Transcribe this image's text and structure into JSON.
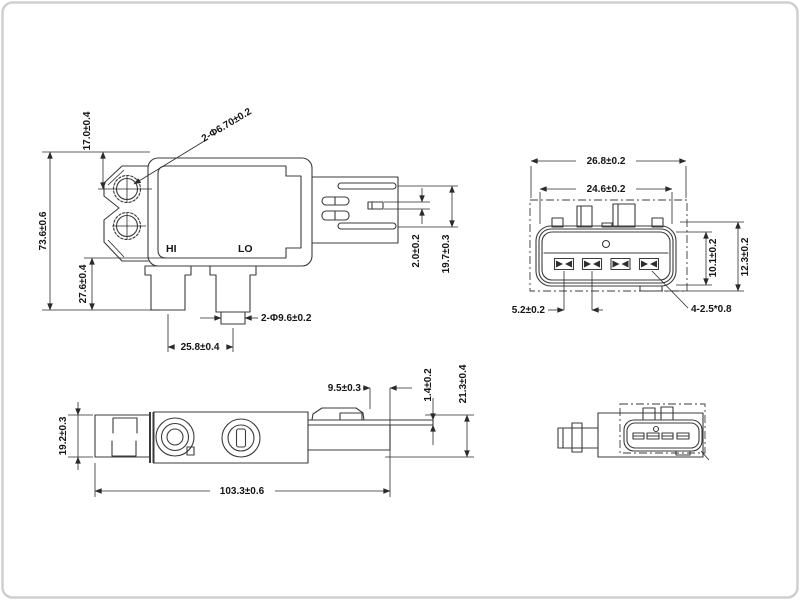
{
  "colors": {
    "line": "#3b3b3b",
    "dimension": "#2a2a2a",
    "frame": "#cfcfcf",
    "background": "#ffffff"
  },
  "views": {
    "front": {
      "labels": {
        "hi": "HI",
        "lo": "LO"
      },
      "dims": {
        "mount_holes": "2-Φ6.70±0.2",
        "hole_spacing": "17.0±0.4",
        "overall_height": "73.6±0.6",
        "port_height": "27.6±0.4",
        "port_spacing": "25.8±0.4",
        "port_diameter": "2-Φ9.6±0.2",
        "pin_offset": "2.0±0.2",
        "connector_height": "19.7±0.3"
      }
    },
    "connector": {
      "dims": {
        "outer_width": "26.8±0.2",
        "inner_width": "24.6±0.2",
        "inner_height": "10.1±0.2",
        "outer_height": "12.3±0.2",
        "terminal_pitch": "5.2±0.2",
        "terminal_spec": "4-2.5*0.8"
      }
    },
    "side": {
      "dims": {
        "bracket_height": "19.2±0.3",
        "overall_length": "103.3±0.6",
        "latch_length": "9.5±0.3",
        "blade_thickness": "1.4±0.2",
        "connector_width": "21.3±0.4"
      }
    }
  }
}
